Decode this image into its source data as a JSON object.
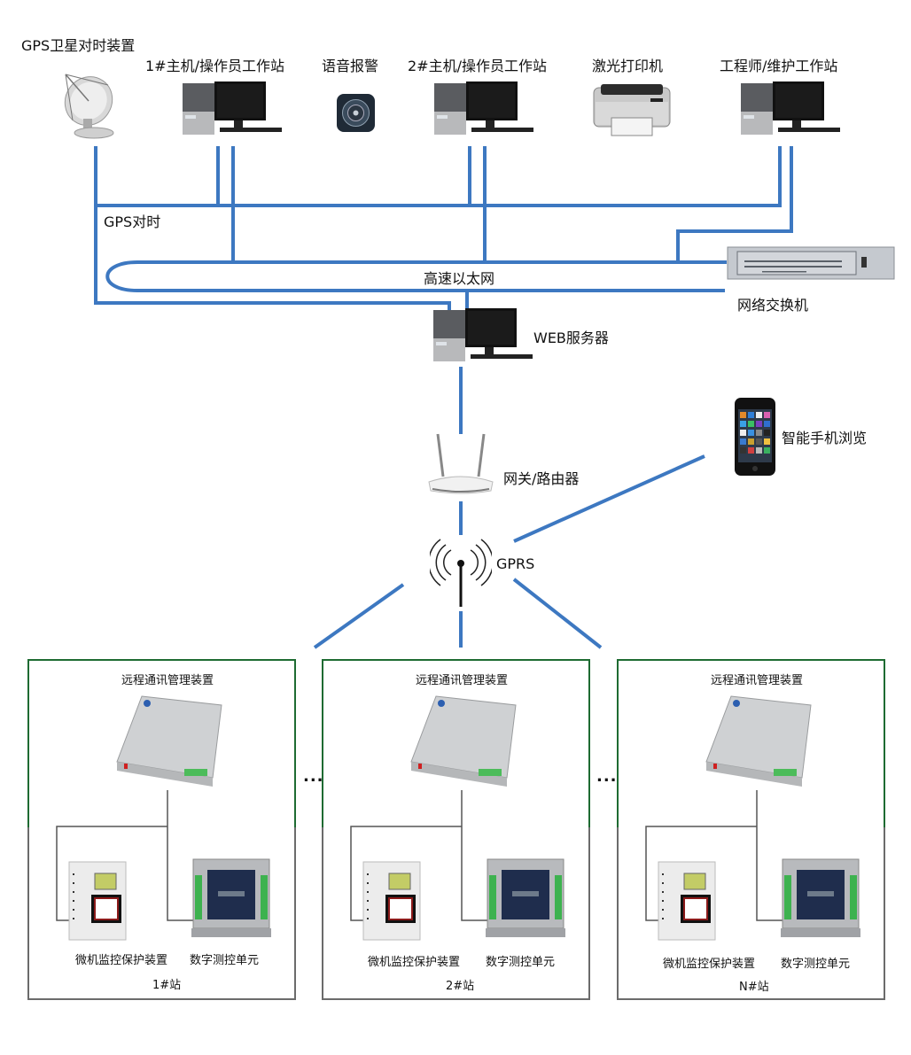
{
  "diagram": {
    "title": "远程通讯管理系统网络结构图",
    "colors": {
      "network_line": "#3d78c1",
      "station_border_top": "#1e6b32",
      "station_border": "#6b6b6b",
      "thin_line": "#555555"
    }
  },
  "top_devices": {
    "gps": {
      "label": "GPS卫星对时装置",
      "icon": "satellite-dish-icon"
    },
    "host1": {
      "label": "1#主机/操作员工作站",
      "icon": "desktop-computer-icon"
    },
    "alarm": {
      "label": "语音报警",
      "icon": "speaker-icon"
    },
    "host2": {
      "label": "2#主机/操作员工作站",
      "icon": "desktop-computer-icon"
    },
    "printer": {
      "label": "激光打印机",
      "icon": "laser-printer-icon"
    },
    "engineer": {
      "label": "工程师/维护工作站",
      "icon": "desktop-computer-icon"
    }
  },
  "network": {
    "gps_sync_label": "GPS对时",
    "ethernet_label": "高速以太网",
    "switch_label": "网络交换机",
    "web_server_label": "WEB服务器",
    "gateway_label": "网关/路由器",
    "gprs_label": "GPRS",
    "smartphone_label": "智能手机浏览"
  },
  "stations": [
    {
      "name": "1#站",
      "rtu_label": "远程通讯管理装置",
      "protect_label": "微机监控保护装置",
      "measure_label": "数字测控单元"
    },
    {
      "name": "2#站",
      "rtu_label": "远程通讯管理装置",
      "protect_label": "微机监控保护装置",
      "measure_label": "数字测控单元"
    },
    {
      "name": "N#站",
      "rtu_label": "远程通讯管理装置",
      "protect_label": "微机监控保护装置",
      "measure_label": "数字测控单元"
    }
  ],
  "ellipsis": "..."
}
